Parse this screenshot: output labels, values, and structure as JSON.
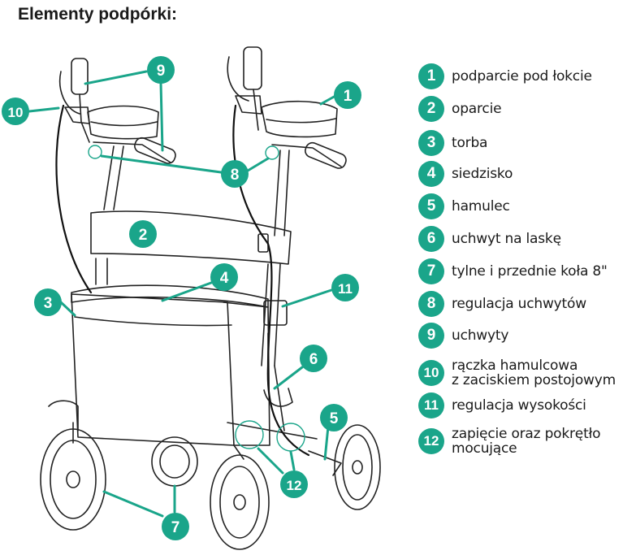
{
  "title": "Elementy podpórki:",
  "accent_color": "#1aa58a",
  "legend": [
    {
      "num": "1",
      "label": "podparcie pod łokcie"
    },
    {
      "num": "2",
      "label": "oparcie"
    },
    {
      "num": "3",
      "label": "torba"
    },
    {
      "num": "4",
      "label": "siedzisko"
    },
    {
      "num": "5",
      "label": "hamulec"
    },
    {
      "num": "6",
      "label": "uchwyt na laskę"
    },
    {
      "num": "7",
      "label": "tylne i przednie koła 8\""
    },
    {
      "num": "8",
      "label": "regulacja uchwytów"
    },
    {
      "num": "9",
      "label": "uchwyty"
    },
    {
      "num": "10",
      "label": "rączka hamulcowa\nz zaciskiem postojowym"
    },
    {
      "num": "11",
      "label": "regulacja wysokości"
    },
    {
      "num": "12",
      "label": "zapięcie oraz pokrętło\nmocujące"
    }
  ],
  "callouts": {
    "c1": "1",
    "c2": "2",
    "c3": "3",
    "c4": "4",
    "c5": "5",
    "c6": "6",
    "c7": "7",
    "c8": "8",
    "c9": "9",
    "c10": "10",
    "c11": "11",
    "c12": "12"
  }
}
